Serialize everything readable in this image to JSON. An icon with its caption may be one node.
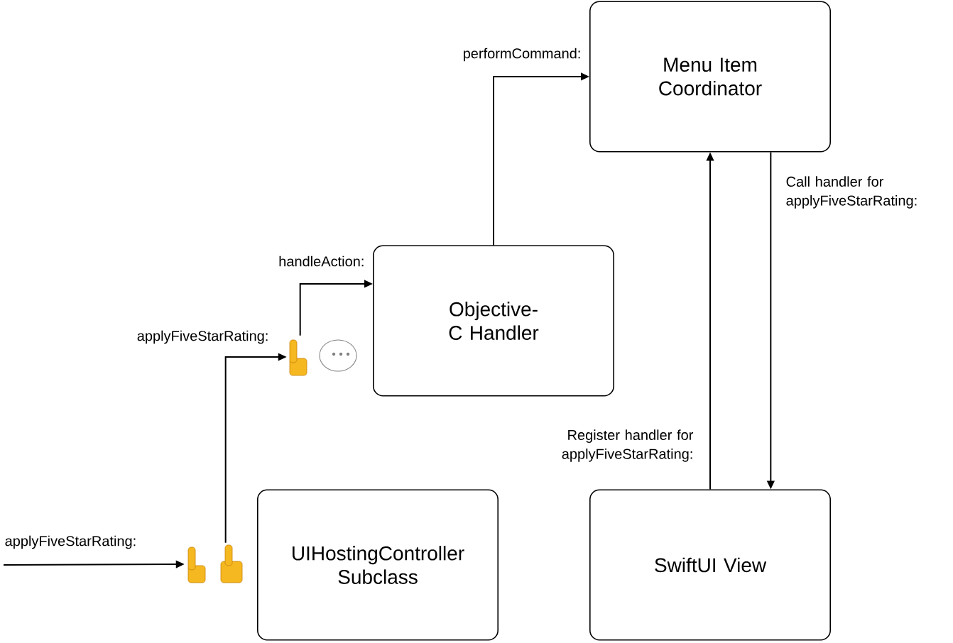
{
  "diagram": {
    "nodes": [
      {
        "text": [
          "Menu Item Coordinator"
        ]
      },
      {
        "text": [
          "Objective-C Handler"
        ]
      },
      {
        "text": [],
        "shape": "picture"
      },
      {
        "text": [],
        "shape": "picture"
      },
      {
        "text": [
          "UIHostingController Subclass"
        ]
      },
      {
        "text": [
          "SwiftUI View"
        ]
      }
    ],
    "edges": [
      {
        "from": null,
        "to": 3,
        "arrow": "to",
        "label": "applyFiveStarRating:"
      },
      {
        "from": 3,
        "to": 2,
        "arrow": "to",
        "label": "applyFiveStarRating:"
      },
      {
        "from": 2,
        "to": 1,
        "arrow": "to",
        "label": "handleAction:"
      },
      {
        "from": 1,
        "to": 0,
        "arrow": "to",
        "label": "performCommand:"
      },
      {
        "from": 5,
        "to": 0,
        "arrow": "to",
        "label": "Register handler for applyFiveStarRating:"
      },
      {
        "from": 0,
        "to": 5,
        "arrow": "to",
        "label": "Call handler for applyFiveStarRating:"
      }
    ]
  }
}
